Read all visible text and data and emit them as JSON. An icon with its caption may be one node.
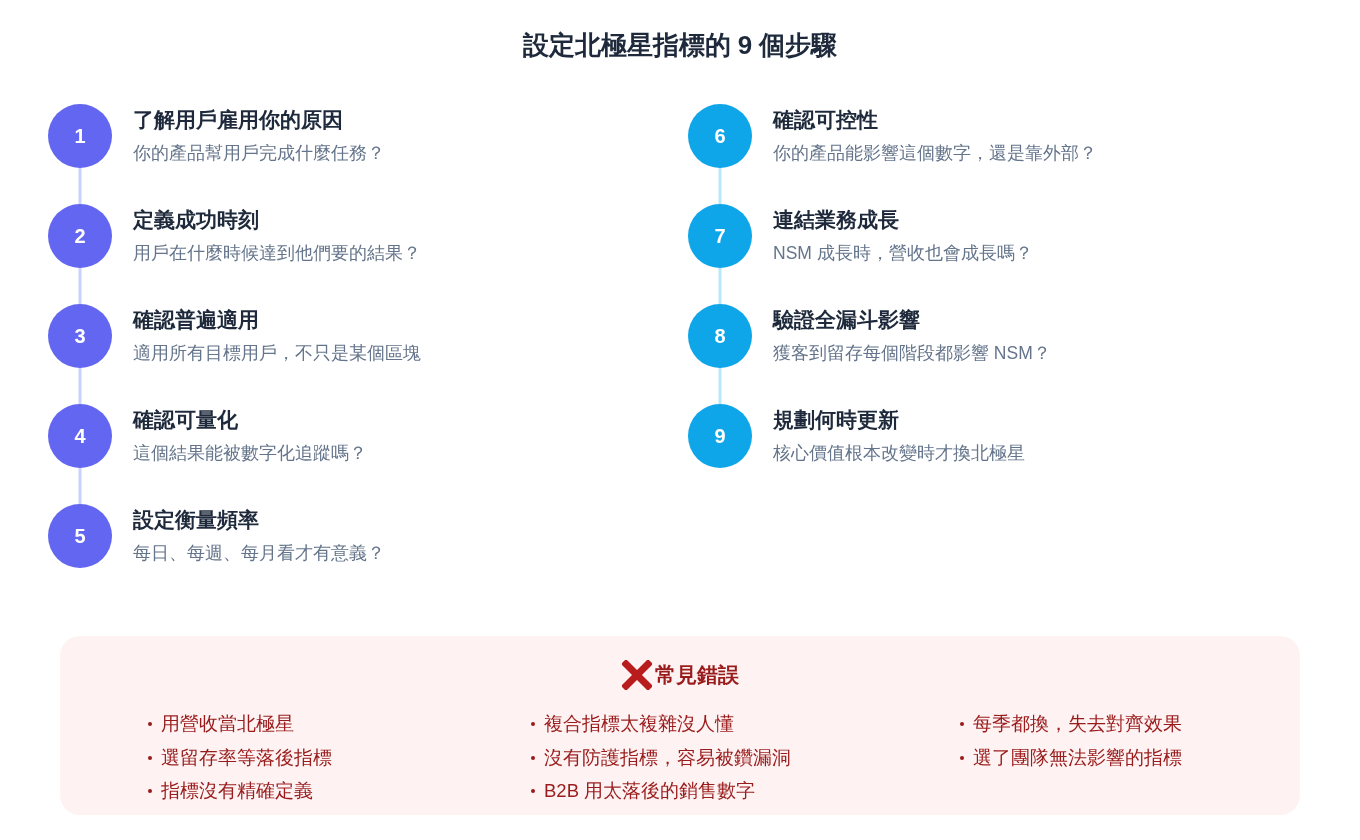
{
  "diagram": {
    "title": "設定北極星指標的 9 個步驟",
    "nodes": [
      {
        "text": [
          "1"
        ],
        "beside": [
          "了解用戶雇用你的原因",
          "你的產品幫用戶完成什麼任務？"
        ]
      },
      {
        "text": [
          "2"
        ],
        "beside": [
          "定義成功時刻",
          "用戶在什麼時候達到他們要的結果？"
        ]
      },
      {
        "text": [
          "3"
        ],
        "beside": [
          "確認普遍適用",
          "適用所有目標用戶，不只是某個區塊"
        ]
      },
      {
        "text": [
          "4"
        ],
        "beside": [
          "確認可量化",
          "這個結果能被數字化追蹤嗎？"
        ]
      },
      {
        "text": [
          "5"
        ],
        "beside": [
          "設定衡量頻率",
          "每日、每週、每月看才有意義？"
        ]
      },
      {
        "text": [
          "6"
        ],
        "beside": [
          "確認可控性",
          "你的產品能影響這個數字，還是靠外部？"
        ]
      },
      {
        "text": [
          "7"
        ],
        "beside": [
          "連結業務成長",
          "NSM 成長時，營收也會成長嗎？"
        ]
      },
      {
        "text": [
          "8"
        ],
        "beside": [
          "驗證全漏斗影響",
          "獲客到留存每個階段都影響 NSM？"
        ]
      },
      {
        "text": [
          "9"
        ],
        "beside": [
          "規劃何時更新",
          "核心價值根本改變時才換北極星"
        ]
      },
      {
        "text": [
          "常見錯誤",
          "用營收當北極星",
          "選留存率等落後指標",
          "指標沒有精確定義",
          "複合指標太複雜沒人懂",
          "沒有防護指標，容易被鑽漏洞",
          "B2B 用太落後的銷售數字",
          "每季都換，失去對齊效果",
          "選了團隊無法影響的指標"
        ]
      }
    ],
    "edges": [
      {
        "from": 0,
        "to": 1,
        "arrow": "none"
      },
      {
        "from": 1,
        "to": 2,
        "arrow": "none"
      },
      {
        "from": 2,
        "to": 3,
        "arrow": "none"
      },
      {
        "from": 3,
        "to": 4,
        "arrow": "none"
      },
      {
        "from": 5,
        "to": 6,
        "arrow": "none",
        "color": "#bae6fd"
      },
      {
        "from": 6,
        "to": 7,
        "arrow": "none",
        "color": "#bae6fd"
      },
      {
        "from": 7,
        "to": 8,
        "arrow": "none",
        "color": "#bae6fd"
      }
    ]
  }
}
